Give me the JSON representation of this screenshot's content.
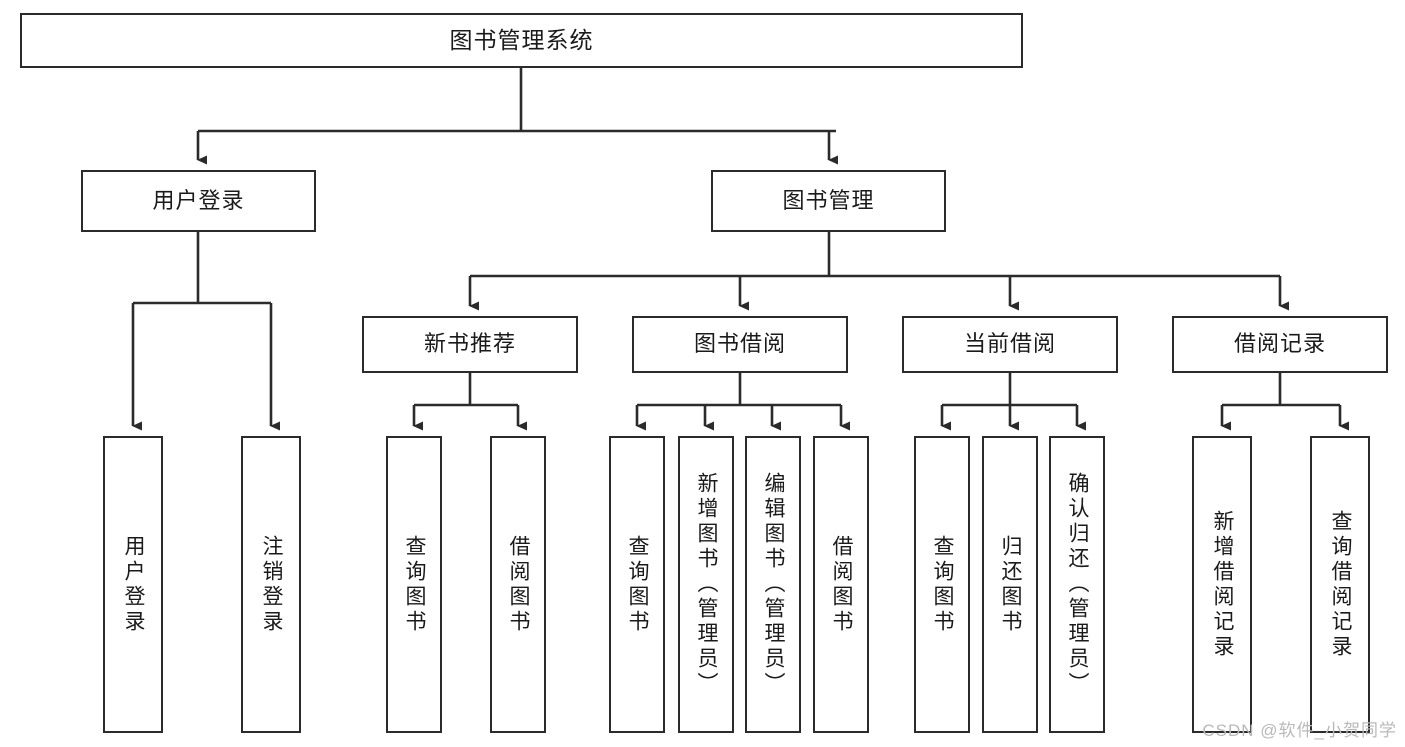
{
  "diagram": {
    "type": "tree-hierarchy",
    "title": "图书管理系统",
    "root": {
      "label": "图书管理系统"
    },
    "level1": [
      {
        "id": "user-login",
        "label": "用户登录"
      },
      {
        "id": "book-management",
        "label": "图书管理"
      }
    ],
    "level2": [
      {
        "id": "new-book-recommend",
        "label": "新书推荐",
        "parent": "book-management"
      },
      {
        "id": "book-borrow",
        "label": "图书借阅",
        "parent": "book-management"
      },
      {
        "id": "current-borrow",
        "label": "当前借阅",
        "parent": "book-management"
      },
      {
        "id": "borrow-record",
        "label": "借阅记录",
        "parent": "book-management"
      }
    ],
    "leaves": [
      {
        "id": "leaf-user-login",
        "label": "用户登录",
        "parent": "user-login"
      },
      {
        "id": "leaf-logout-login",
        "label": "注销登录",
        "parent": "user-login"
      },
      {
        "id": "leaf-query-book-1",
        "label": "查询图书",
        "parent": "new-book-recommend"
      },
      {
        "id": "leaf-borrow-book-1",
        "label": "借阅图书",
        "parent": "new-book-recommend"
      },
      {
        "id": "leaf-query-book-2",
        "label": "查询图书",
        "parent": "book-borrow"
      },
      {
        "id": "leaf-add-book-admin",
        "label": "新增图书（管理员）",
        "parent": "book-borrow"
      },
      {
        "id": "leaf-edit-book-admin",
        "label": "编辑图书（管理员）",
        "parent": "book-borrow"
      },
      {
        "id": "leaf-borrow-book-2",
        "label": "借阅图书",
        "parent": "book-borrow"
      },
      {
        "id": "leaf-query-book-3",
        "label": "查询图书",
        "parent": "current-borrow"
      },
      {
        "id": "leaf-return-book",
        "label": "归还图书",
        "parent": "current-borrow"
      },
      {
        "id": "leaf-confirm-return-admin",
        "label": "确认归还（管理员）",
        "parent": "current-borrow"
      },
      {
        "id": "leaf-add-borrow-record",
        "label": "新增借阅记录",
        "parent": "borrow-record"
      },
      {
        "id": "leaf-query-borrow-record",
        "label": "查询借阅记录",
        "parent": "borrow-record"
      }
    ],
    "colors": {
      "box_border": "#2b2b2b",
      "box_fill": "#ffffff",
      "connector": "#2b2b2b",
      "text": "#1a1a1a",
      "watermark": "#b9b9b9"
    }
  },
  "watermark": {
    "text": "CSDN @软件_小贺同学"
  }
}
